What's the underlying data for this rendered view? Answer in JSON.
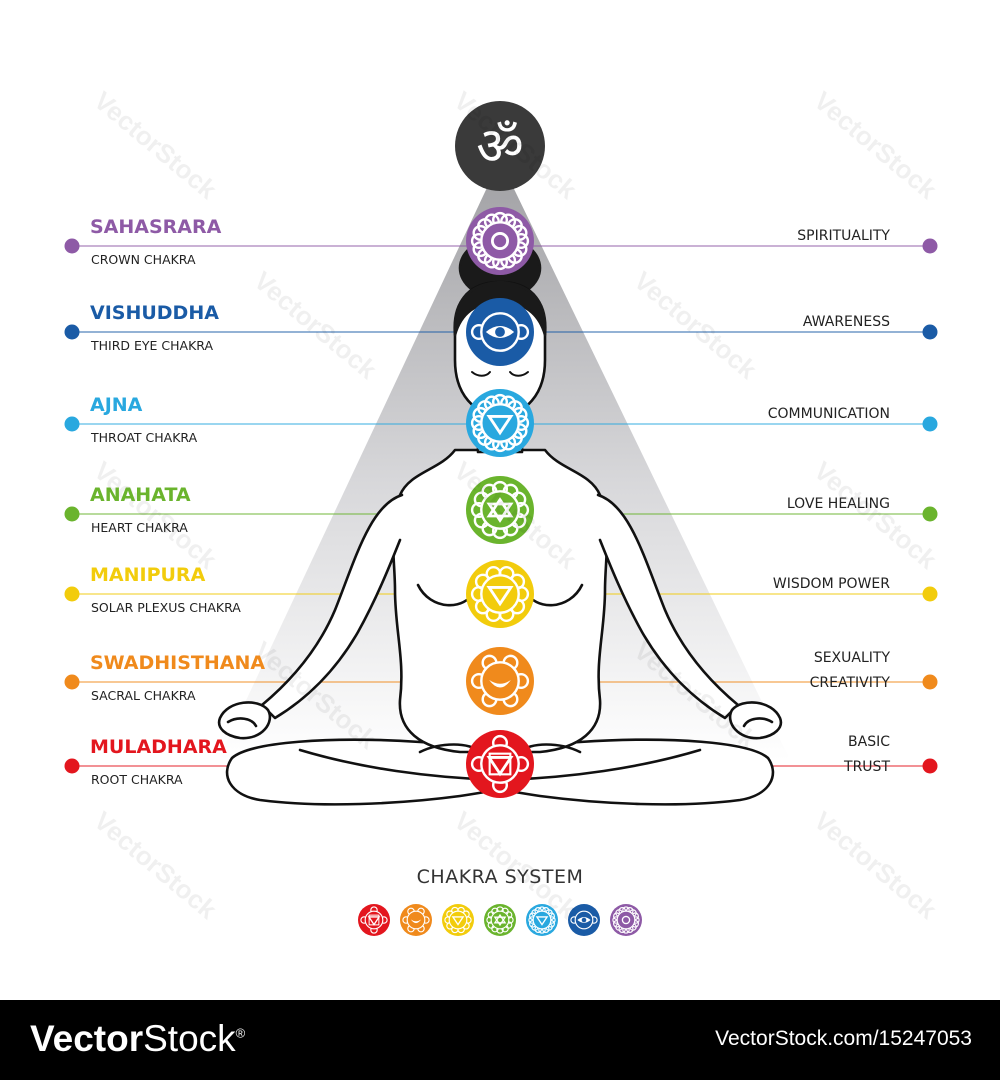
{
  "diagram": {
    "title": "CHAKRA SYSTEM",
    "top_symbol": "ॐ",
    "chakras": [
      {
        "name": "SAHASRARA",
        "subtitle": "CROWN CHAKRA",
        "meaning": [
          "SPIRITUALITY"
        ],
        "color": "#8e5aa6"
      },
      {
        "name": "VISHUDDHA",
        "subtitle": "THIRD EYE CHAKRA",
        "meaning": [
          "AWARENESS"
        ],
        "color": "#1a5ba6"
      },
      {
        "name": "AJNA",
        "subtitle": "THROAT CHAKRA",
        "meaning": [
          "COMMUNICATION"
        ],
        "color": "#29a8df"
      },
      {
        "name": "ANAHATA",
        "subtitle": "HEART CHAKRA",
        "meaning": [
          "LOVE HEALING"
        ],
        "color": "#6ab42d"
      },
      {
        "name": "MANIPURA",
        "subtitle": "SOLAR PLEXUS CHAKRA",
        "meaning": [
          "WISDOM POWER"
        ],
        "color": "#f2cc0c"
      },
      {
        "name": "SWADHISTHANA",
        "subtitle": "SACRAL CHAKRA",
        "meaning": [
          "SEXUALITY",
          "CREATIVITY"
        ],
        "color": "#f08a1c"
      },
      {
        "name": "MULADHARA",
        "subtitle": "ROOT  CHAKRA",
        "meaning": [
          "BASIC",
          "TRUST"
        ],
        "color": "#e3161e"
      }
    ]
  },
  "watermark": {
    "text": "VectorStock"
  },
  "footer": {
    "logo_bold": "Vector",
    "logo_light": "Stock",
    "logo_mark": "®",
    "url": "VectorStock.com/15247053"
  }
}
